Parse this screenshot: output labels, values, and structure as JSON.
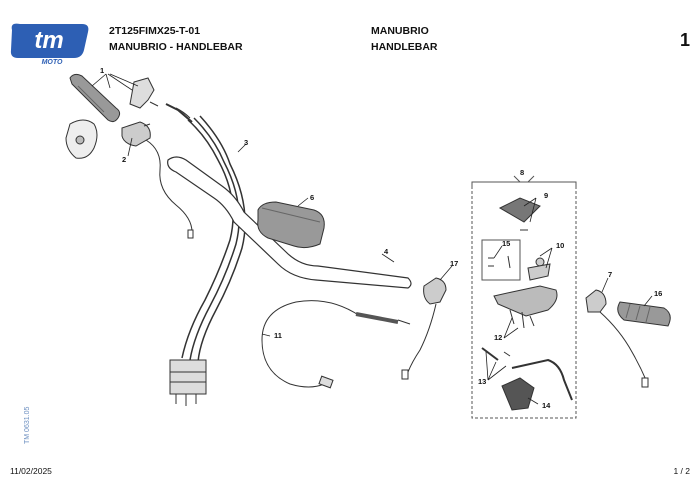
{
  "brand": {
    "logo_text": "tm",
    "logo_subtext": "MOTO",
    "color_logo": "#2d5fb4"
  },
  "header": {
    "code": "2T125FIMX25-T-01",
    "subtitle": "MANUBRIO - HANDLEBAR",
    "title_it": "MANUBRIO",
    "title_en": "HANDLEBAR",
    "page_big": "1"
  },
  "footer": {
    "date": "11/02/2025",
    "page": "1 / 2",
    "doc_code": "TM 0631.05"
  },
  "callouts": [
    {
      "id": "c1",
      "label": "1"
    },
    {
      "id": "c2",
      "label": "2"
    },
    {
      "id": "c3",
      "label": "3"
    },
    {
      "id": "c4",
      "label": "4"
    },
    {
      "id": "c6",
      "label": "6"
    },
    {
      "id": "c7",
      "label": "7"
    },
    {
      "id": "c8",
      "label": "8"
    },
    {
      "id": "c9",
      "label": "9"
    },
    {
      "id": "c10",
      "label": "10"
    },
    {
      "id": "c11",
      "label": "11"
    },
    {
      "id": "c12",
      "label": "12"
    },
    {
      "id": "c13",
      "label": "13"
    },
    {
      "id": "c14",
      "label": "14"
    },
    {
      "id": "c15",
      "label": "15"
    },
    {
      "id": "c16",
      "label": "16"
    },
    {
      "id": "c17",
      "label": "17"
    }
  ]
}
